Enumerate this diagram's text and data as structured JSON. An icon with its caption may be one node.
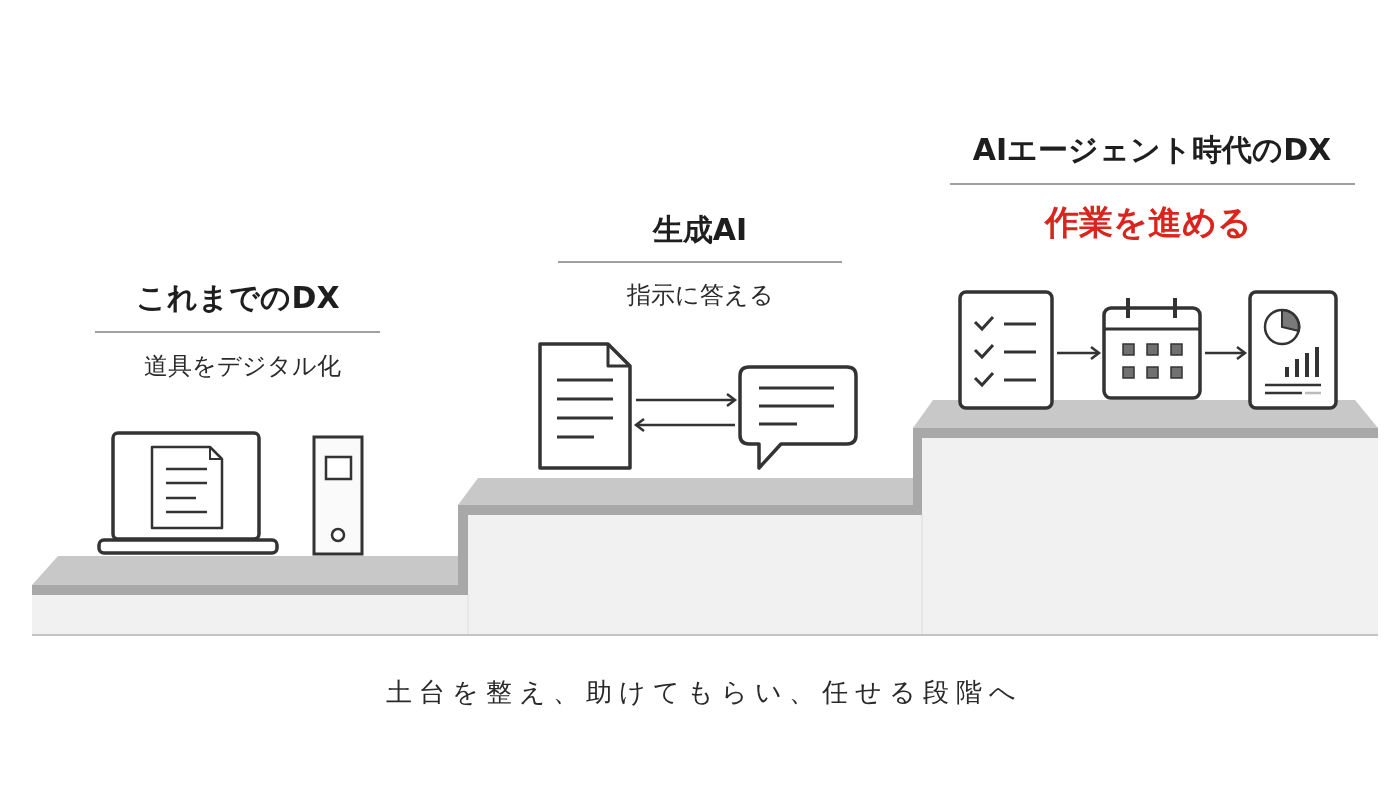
{
  "diagram": {
    "caption": "土台を整え、助けてもらい、任せる段階へ",
    "nodes": [
      {
        "text": [],
        "shape": "picture"
      },
      {
        "text": [],
        "shape": "picture"
      },
      {
        "text": [],
        "shape": "picture"
      },
      {
        "text": [],
        "shape": "picture"
      },
      {
        "text": [],
        "shape": "picture"
      }
    ],
    "edges": [
      {
        "from": 0,
        "to": 1,
        "arrow": "to"
      },
      {
        "from": 1,
        "to": 0,
        "arrow": "to"
      },
      {
        "from": 2,
        "to": 3,
        "arrow": "to"
      },
      {
        "from": 3,
        "to": 4,
        "arrow": "to"
      }
    ],
    "labels": [
      "これまでのDX",
      "道具をデジタル化",
      "生成AI",
      "指示に答える",
      "AIエージェント時代のDX",
      "作業を進める"
    ]
  }
}
